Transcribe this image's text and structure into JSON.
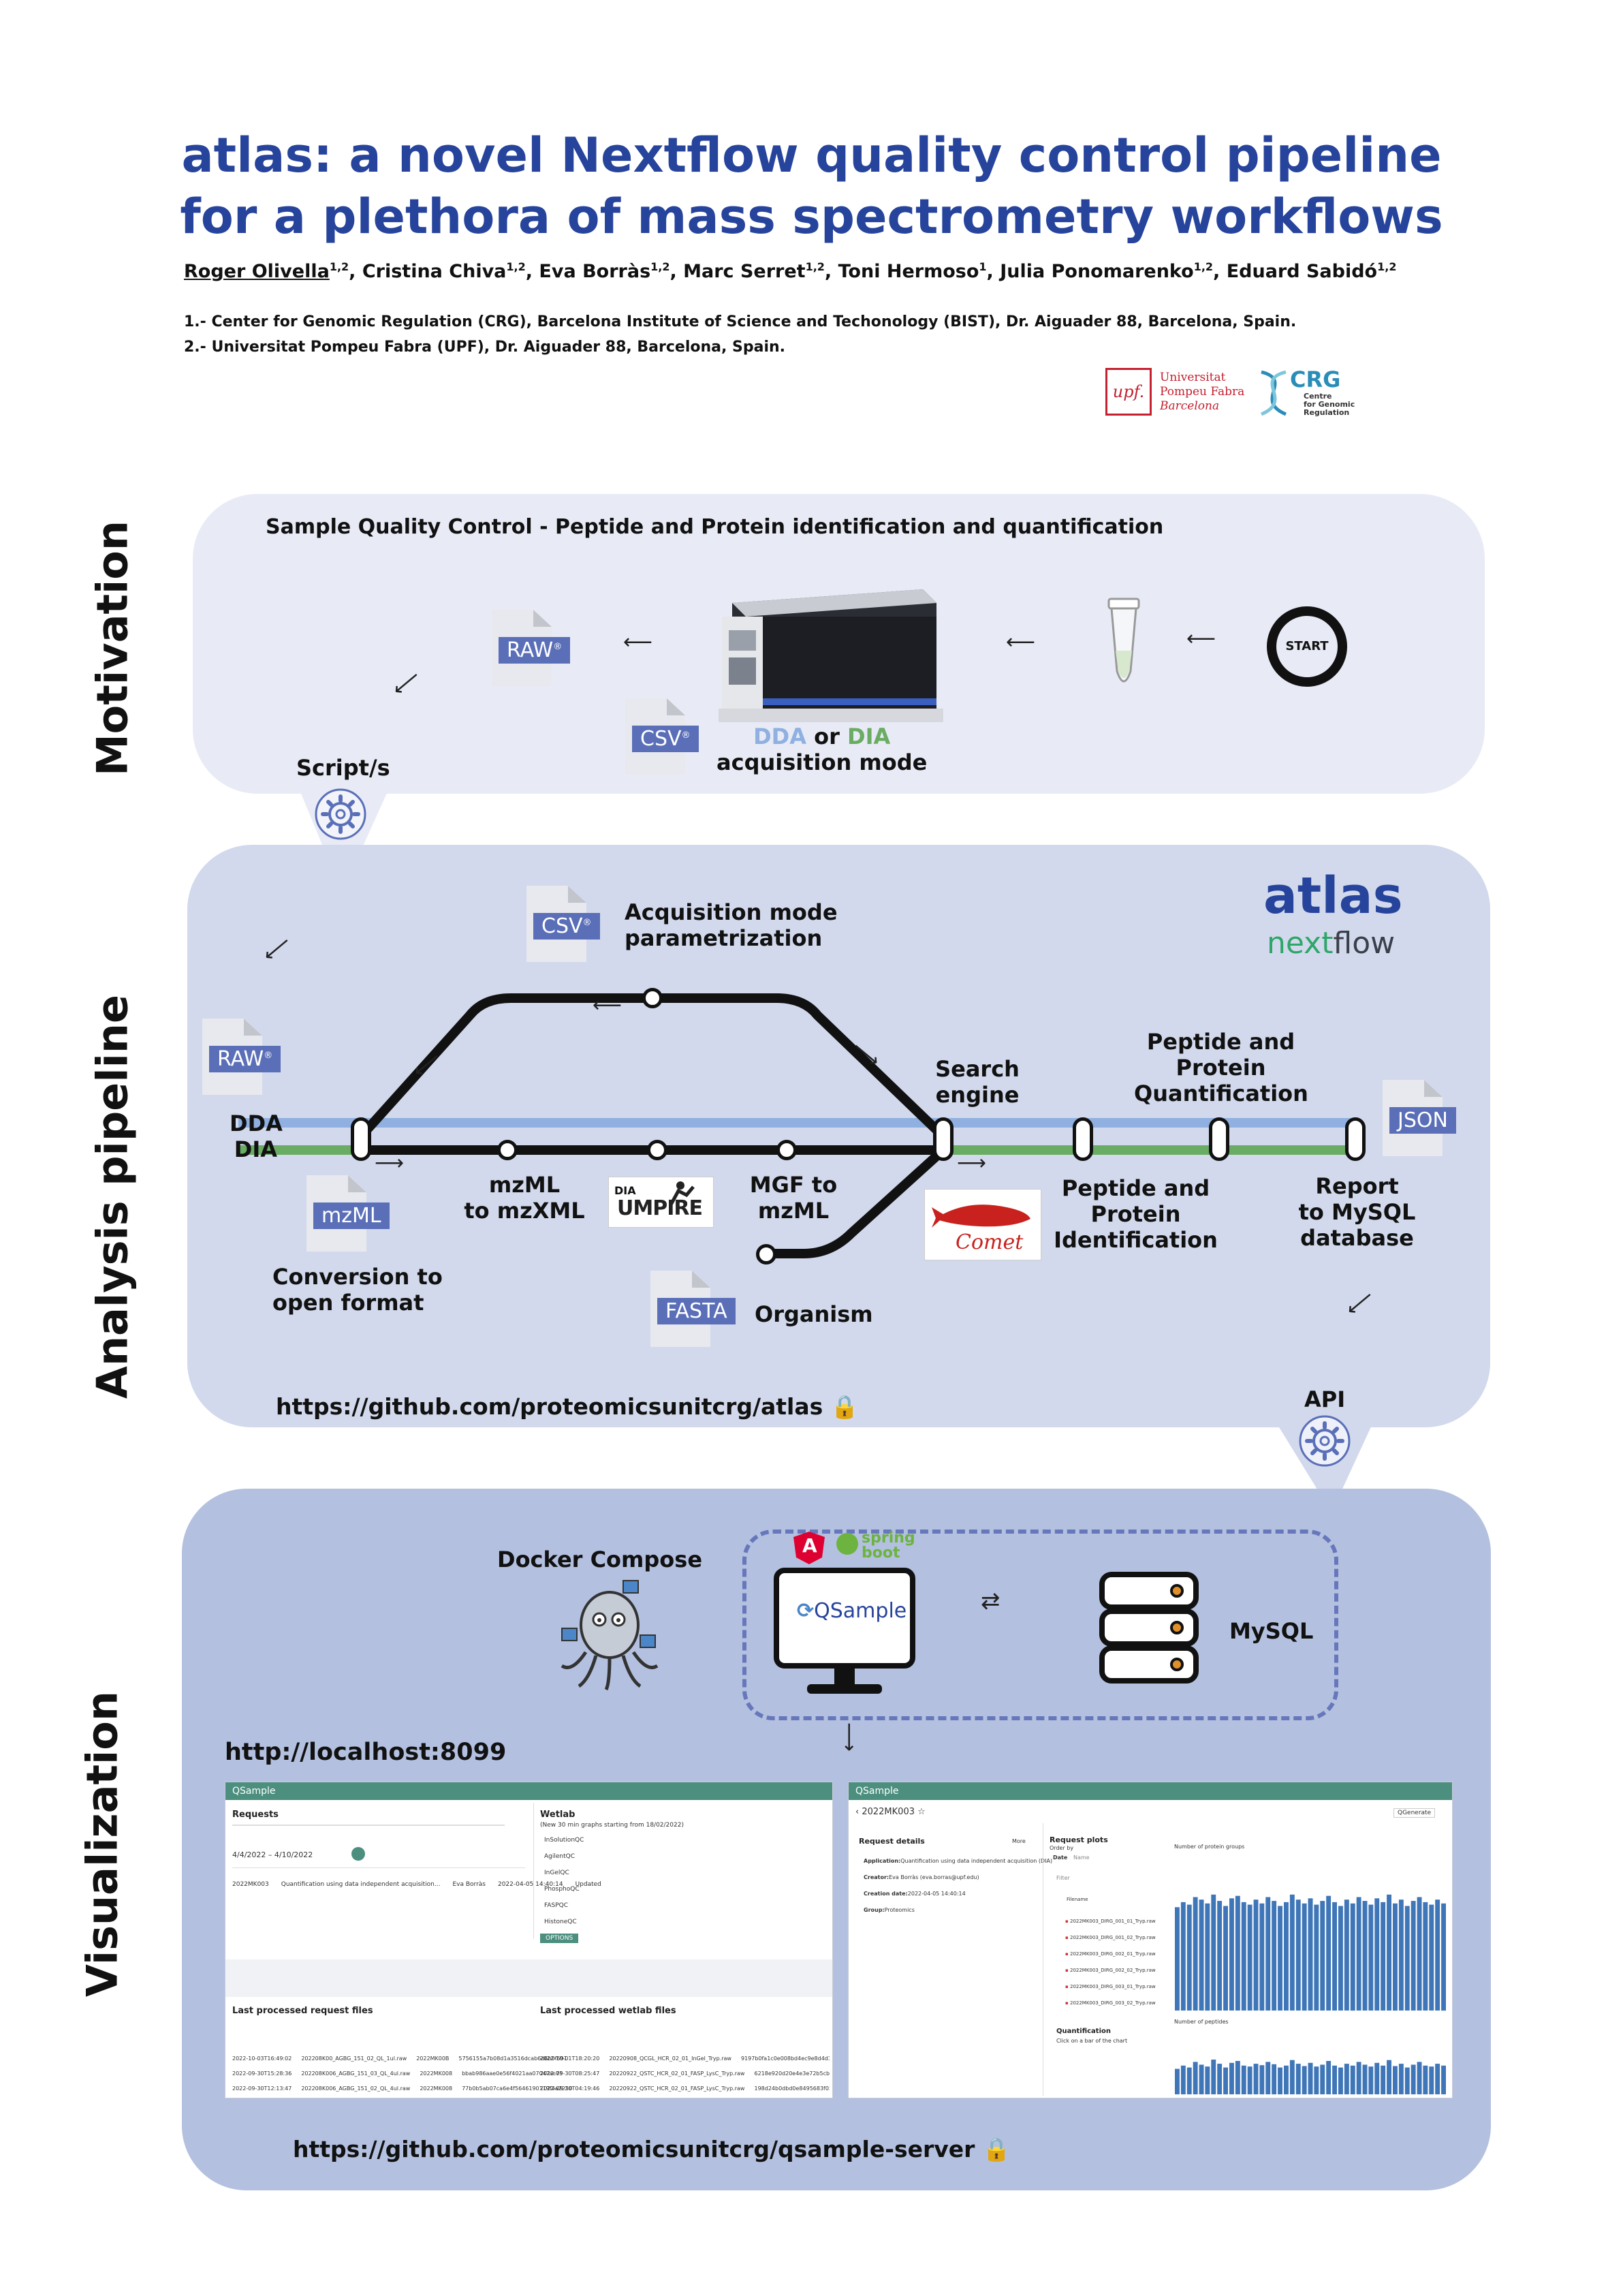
{
  "header": {
    "title_line1": "atlas: a novel Nextflow quality control pipeline",
    "title_line2": "for a plethora of mass spectrometry workflows",
    "authors": [
      {
        "name": "Roger Olivella",
        "aff": "1,2",
        "sep": ", "
      },
      {
        "name": "Cristina Chiva",
        "aff": "1,2",
        "sep": ", "
      },
      {
        "name": "Eva Borràs",
        "aff": "1,2",
        "sep": ", "
      },
      {
        "name": "Marc Serret",
        "aff": "1,2",
        "sep": ", "
      },
      {
        "name": "Toni Hermoso",
        "aff": "1",
        "sep": ", "
      },
      {
        "name": "Julia Ponomarenko",
        "aff": "1,2",
        "sep": ", "
      },
      {
        "name": "Eduard Sabidó",
        "aff": "1,2",
        "sep": ""
      }
    ],
    "affiliation_1": "1.- Center for Genomic Regulation (CRG), Barcelona Institute of Science and Techonology (BIST), Dr. Aiguader 88, Barcelona, Spain.",
    "affiliation_2": "2.- Universitat Pompeu Fabra (UPF), Dr. Aiguader 88, Barcelona, Spain.",
    "upf_logo": {
      "mark": "upf.",
      "line1": "Universitat",
      "line2": "Pompeu Fabra",
      "line3": "Barcelona"
    },
    "crg_logo": {
      "mark": "CRG",
      "line1": "Centre",
      "line2": "for Genomic",
      "line3": "Regulation"
    }
  },
  "motivation": {
    "side_label": "Motivation",
    "heading": "Sample Quality Control - Peptide and Protein identification and quantification",
    "raw_tag": "RAW",
    "csv_tag": "CSV",
    "start": "START",
    "dda": "DDA",
    "or": "or",
    "dia": "DIA",
    "acq_mode": "acquisition mode",
    "script_label": "Script/s"
  },
  "pipeline": {
    "side_label": "Analysis pipeline",
    "atlas_logo": "atlas",
    "nextflow_logo_a": "next",
    "nextflow_logo_b": "flow",
    "csv_tag": "CSV",
    "acq_param": [
      "Acquisition mode",
      "parametrization"
    ],
    "raw_tag": "RAW",
    "dda_label": "DDA",
    "dia_label": "DIA",
    "mzml_tag": "mzML",
    "conversion": [
      "Conversion to",
      "open format"
    ],
    "mzml_to_mzxml": [
      "mzML",
      "to mzXML"
    ],
    "dia_umpire": [
      "DIA",
      "UMPIRE"
    ],
    "mgf_to_mzml": [
      "MGF to",
      "mzML"
    ],
    "search_engine": [
      "Search",
      "engine"
    ],
    "comet": "Comet",
    "fasta_tag": "FASTA",
    "organism": "Organism",
    "peptide_id": [
      "Peptide and",
      "Protein",
      "Identification"
    ],
    "peptide_quant": [
      "Peptide and",
      "Protein",
      "Quantification"
    ],
    "json_tag": "JSON",
    "report": [
      "Report",
      "to MySQL",
      "database"
    ],
    "url": "https://github.com/proteomicsunitcrg/atlas",
    "api_label": "API",
    "colors": {
      "dda_line": "#8fb0e0",
      "dia_line": "#6aac63"
    }
  },
  "visualization": {
    "side_label": "Visualization",
    "docker": "Docker Compose",
    "angular": "A",
    "spring_a": "spring",
    "spring_b": "boot",
    "qsample": "QSample",
    "mysql": "MySQL",
    "localhost": "http://localhost:8099",
    "url": "https://github.com/proteomicsunitcrg/qsample-server",
    "shot1": {
      "app": "QSample",
      "requests": "Requests",
      "wetlab": "Wetlab",
      "wetlab_sub": "(New 30 min graphs starting from 18/02/2022)",
      "wetlab_items": [
        "InSolutionQC",
        "AgilentQC",
        "InGelQC",
        "PhosphoQC",
        "FASPQC",
        "HistoneQC"
      ],
      "options": "OPTIONS",
      "date_filter": "4/4/2022 – 4/10/2022",
      "row": [
        "2022MK003",
        "Quantification using data independent acquisition...",
        "Eva Borràs",
        "2022-04-05 14:40:14",
        "Updated"
      ],
      "last_files": "Last processed request files",
      "last_wetlab": "Last processed wetlab files",
      "files": [
        [
          "2022-10-03T16:49:02",
          "202208K00_AGBG_151_02_QL_1ul.raw",
          "2022MK00B",
          "5756155a7b08d1a3516dcab6d6b0f691"
        ],
        [
          "2022-09-30T15:28:36",
          "202208K006_AGBG_151_03_QL_4ul.raw",
          "2022MK008",
          "bbab986aae0e56f4021aa07047ac75"
        ],
        [
          "2022-09-30T12:13:47",
          "202208K006_AGBG_151_02_QL_4ul.raw",
          "2022MK008",
          "77b0b5ab07ca6e4f5646190119f4a2250"
        ]
      ],
      "wetlab_files": [
        [
          "2022-10-01T18:20:20",
          "20220908_QCGL_HCR_02_01_InGel_Tryp.raw",
          "9197b0fa1c0e008bd4ec9e8d4d3d04"
        ],
        [
          "2022-09-30T08:25:47",
          "20220922_QSTC_HCR_02_01_FASP_LysC_Tryp.raw",
          "6218e920d20e4e3e72b5cbd41b983"
        ],
        [
          "2022-09-20T04:19:46",
          "20220922_QSTC_HCR_02_01_FASP_LysC_Tryp.raw",
          "198d24b0dbd0e8495683f0576e0"
        ]
      ]
    },
    "shot2": {
      "app": "QSample",
      "request_id": "2022MK003",
      "request_details": "Request details",
      "more": "More",
      "details": [
        {
          "k": "Application:",
          "v": "Quantification using data independent acquisition (DIA)"
        },
        {
          "k": "Creator:",
          "v": "Eva Borràs (eva.borras@upf.edu)"
        },
        {
          "k": "Creation date:",
          "v": "2022-04-05 14:40:14"
        },
        {
          "k": "Group:",
          "v": "Proteomics"
        }
      ],
      "request_plots": "Request plots",
      "order_by": "Order by",
      "date": "Date",
      "name": "Name",
      "filter": "Filter",
      "filenames": "Filename",
      "files": [
        "2022MK003_DIRG_001_01_Tryp.raw",
        "2022MK003_DIRG_001_02_Tryp.raw",
        "2022MK003_DIRG_002_01_Tryp.raw",
        "2022MK003_DIRG_002_02_Tryp.raw",
        "2022MK003_DIRG_003_01_Tryp.raw",
        "2022MK003_DIRG_003_02_Tryp.raw"
      ],
      "quantification": "Quantification",
      "quant_hint": "Click on a bar of the chart",
      "protein_groups": "Number of protein groups",
      "peptides": "Number of peptides",
      "generate": "QGenerate",
      "bars": [
        0.82,
        0.86,
        0.84,
        0.9,
        0.88,
        0.85,
        0.92,
        0.87,
        0.83,
        0.89,
        0.91,
        0.86,
        0.84,
        0.88,
        0.85,
        0.9,
        0.87,
        0.83,
        0.86,
        0.92,
        0.88,
        0.85,
        0.89,
        0.84,
        0.87,
        0.91,
        0.86,
        0.83,
        0.88,
        0.85,
        0.9,
        0.87,
        0.84,
        0.89,
        0.86,
        0.92,
        0.85,
        0.88,
        0.83,
        0.87,
        0.9,
        0.86,
        0.84,
        0.88,
        0.85
      ],
      "bars2": [
        0.55,
        0.62,
        0.58,
        0.7,
        0.64,
        0.6,
        0.75,
        0.66,
        0.58,
        0.68,
        0.72,
        0.62,
        0.6,
        0.66,
        0.63,
        0.7,
        0.65,
        0.58,
        0.62,
        0.74,
        0.66,
        0.61,
        0.68,
        0.6,
        0.64,
        0.72,
        0.62,
        0.58,
        0.66,
        0.62,
        0.7,
        0.64,
        0.6,
        0.68,
        0.62,
        0.74,
        0.61,
        0.66,
        0.58,
        0.64,
        0.7,
        0.62,
        0.6,
        0.66,
        0.62
      ]
    }
  }
}
